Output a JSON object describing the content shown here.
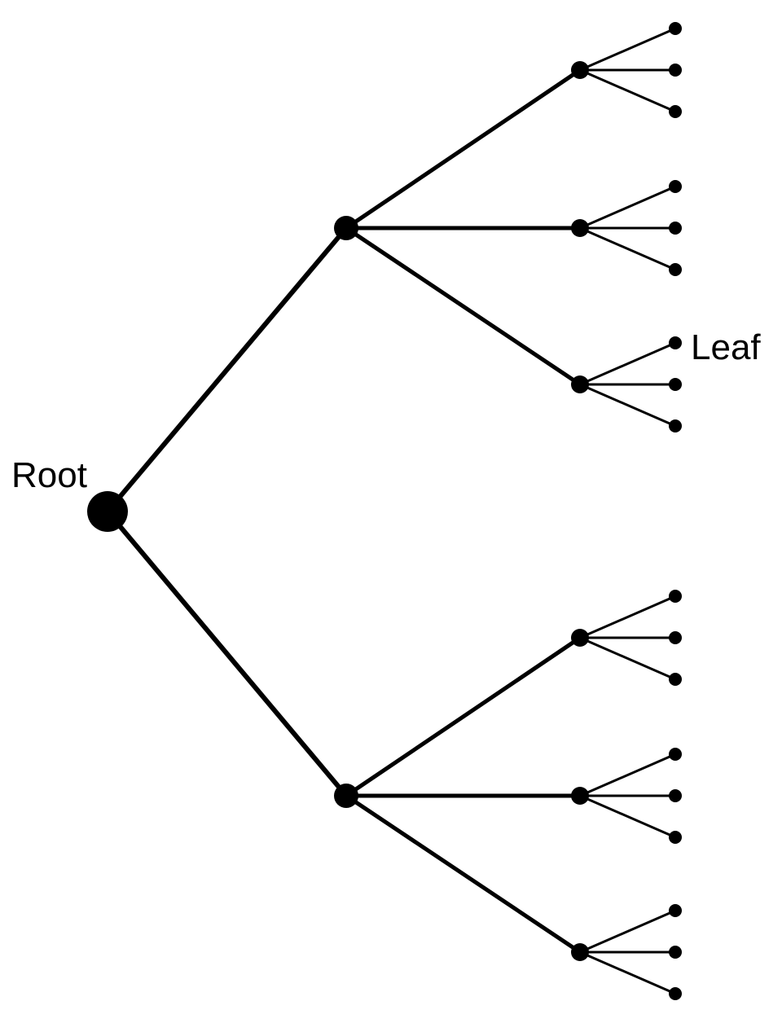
{
  "diagram": {
    "type": "tree",
    "branching": [
      2,
      3,
      3
    ],
    "colors": {
      "edge": "#000000",
      "node": "#000000",
      "background": "#ffffff"
    },
    "labels": {
      "root": "Root",
      "leaf": "Leaf"
    }
  }
}
